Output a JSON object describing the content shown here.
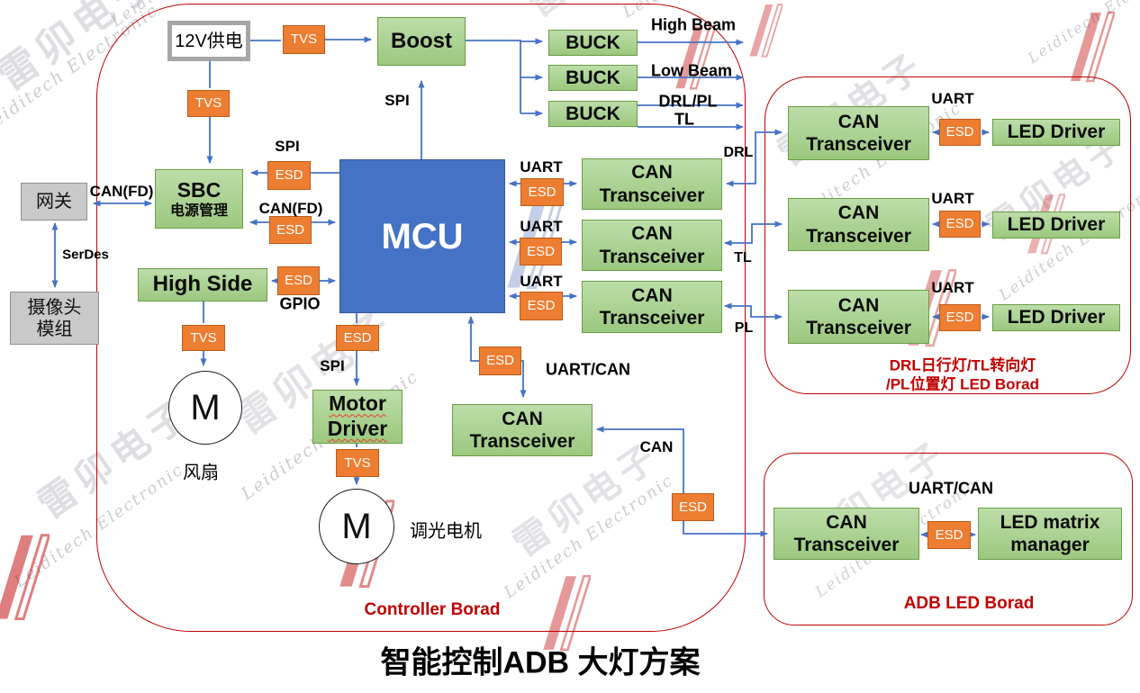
{
  "title": "智能控制ADB 大灯方案",
  "boards": {
    "controller": {
      "label": "Controller Borad"
    },
    "drl_led": {
      "caption_line1": "DRL日行灯/TL转向灯",
      "caption_line2": "/PL位置灯 LED Borad"
    },
    "adb_led": {
      "caption": "ADB LED Borad"
    }
  },
  "nodes": {
    "supply_12v": "12V供电",
    "tvs": "TVS",
    "esd": "ESD",
    "boost": "Boost",
    "buck": "BUCK",
    "sbc": "SBC",
    "sbc_subtitle": "电源管理",
    "gateway": "网关",
    "camera_line1": "摄像头",
    "camera_line2": "模组",
    "high_side": "High Side",
    "mcu": "MCU",
    "motor_line1": "Motor",
    "motor_line2": "Driver",
    "motor_symbol": "M",
    "fan_caption": "风扇",
    "dimmer_caption": "调光电机",
    "can_line1": "CAN",
    "can_line2": "Transceiver",
    "led_driver": "LED Driver",
    "led_matrix_line1": "LED matrix",
    "led_matrix_line2": "manager"
  },
  "signals": {
    "high_beam": "High Beam",
    "low_beam": "Low Beam",
    "drl_pl": "DRL/PL",
    "tl": "TL",
    "drl": "DRL",
    "pl": "PL",
    "spi": "SPI",
    "gpio": "GPIO",
    "uart": "UART",
    "uart_can": "UART/CAN",
    "can": "CAN",
    "can_fd": "CAN(FD)",
    "serdes": "SerDes"
  },
  "watermark": {
    "cn": "雷卯电子",
    "en": "Leiditech Electronic"
  },
  "colors": {
    "line_blue": "#4472C4",
    "board_red": "#C00000",
    "green_fill": "#A9D18E",
    "orange_fill": "#ED7D31",
    "mcu_blue": "#4472C4"
  }
}
